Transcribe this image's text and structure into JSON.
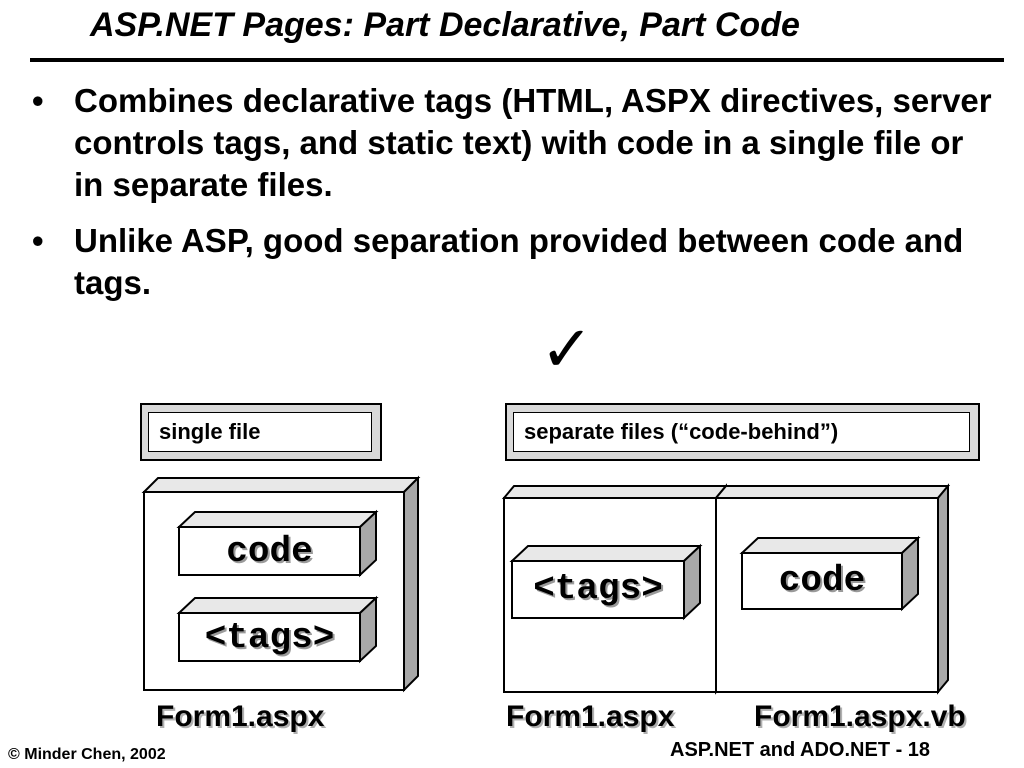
{
  "title": "ASP.NET Pages: Part Declarative, Part Code",
  "bullets": [
    "Combines declarative tags (HTML, ASPX directives, server controls tags, and static text) with code in a single file or in separate files.",
    "Unlike ASP, good separation provided between code and tags."
  ],
  "bullet_symbol": "•",
  "checkmark": "✓",
  "single_file": {
    "label": "single file",
    "code_label": "code",
    "tags_label": "<tags>",
    "caption": "Form1.aspx"
  },
  "separate_files": {
    "label": "separate files (“code-behind”)",
    "tags_label": "<tags>",
    "tags_caption": "Form1.aspx",
    "code_label": "code",
    "code_caption": "Form1.aspx.vb"
  },
  "footer": {
    "copyright": "© Minder Chen, 2002",
    "page": "ASP.NET and ADO.NET - 18"
  }
}
